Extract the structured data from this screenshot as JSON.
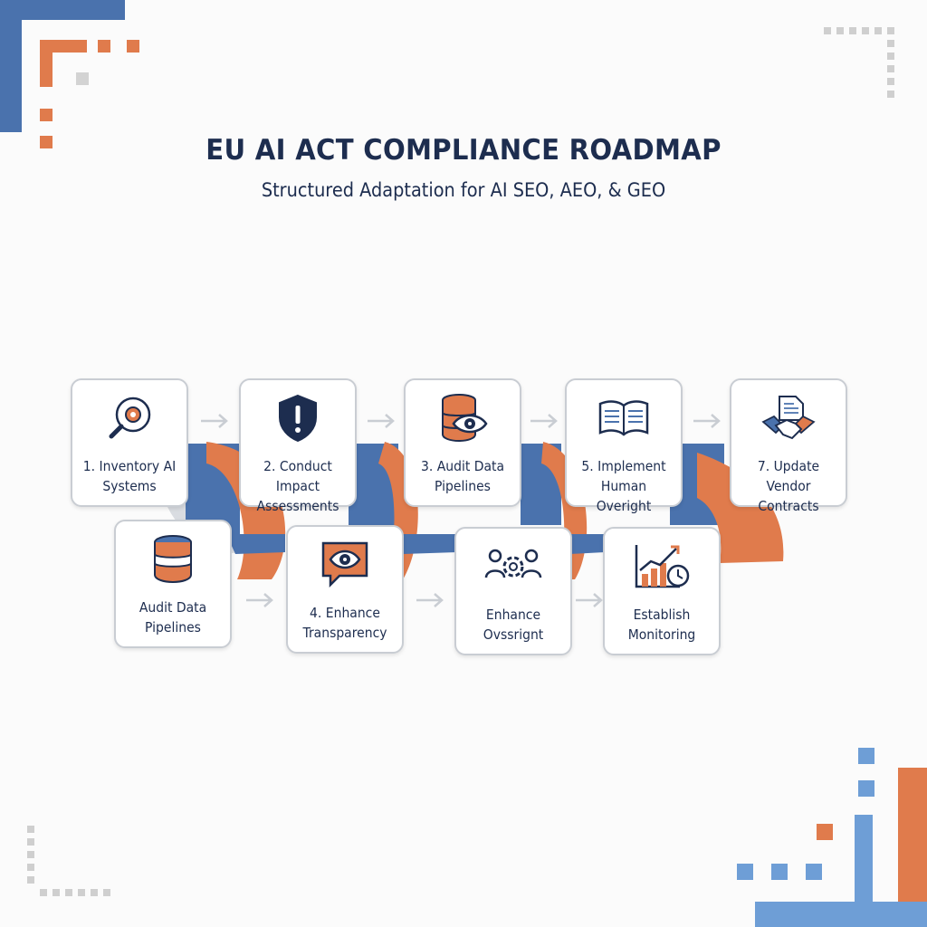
{
  "header": {
    "title": "EU AI ACT COMPLIANCE ROADMAP",
    "subtitle": "Structured Adaptation for AI SEO, AEO, & GEO"
  },
  "colors": {
    "navy": "#1d2d4f",
    "orange": "#e07b4c",
    "blue": "#4a72ad",
    "light_blue": "#6e9ed6",
    "grey": "#c9cdd3"
  },
  "top_row": [
    {
      "label": "1. Inventory AI Systems",
      "icon": "magnifier-gear-icon"
    },
    {
      "label": "2. Conduct Impact Assessments",
      "icon": "shield-alert-icon"
    },
    {
      "label": "3. Audit Data Pipelines",
      "icon": "database-eye-icon"
    },
    {
      "label": "5. Implement Human Overight",
      "icon": "open-book-icon"
    },
    {
      "label": "7. Update Vendor Contracts",
      "icon": "handshake-document-icon"
    }
  ],
  "bottom_row": [
    {
      "label": "Audit Data Pipelines",
      "icon": "database-icon"
    },
    {
      "label": "4. Enhance Transparency",
      "icon": "eye-speech-bubble-icon"
    },
    {
      "label": "Enhance Ovssrignt",
      "icon": "team-gear-icon"
    },
    {
      "label": "Establish Monitoring",
      "icon": "growth-chart-clock-icon"
    }
  ]
}
